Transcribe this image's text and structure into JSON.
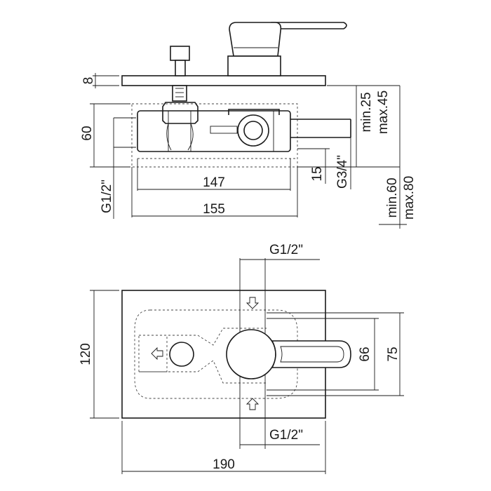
{
  "side_view": {
    "plate_thickness": "8",
    "body_height": "60",
    "inner_width": "147",
    "outer_width": "155",
    "inlet_depth": "15",
    "inlet_thread": "G1/2\"",
    "outlet_thread": "G3/4\"",
    "plate_gap_min": "min.25",
    "plate_gap_max": "max.45",
    "depth_min": "min.60",
    "depth_max": "max.80"
  },
  "front_view": {
    "top_thread": "G1/2\"",
    "bottom_thread": "G1/2\"",
    "plate_height": "120",
    "plate_width": "190",
    "handle_height_inner": "66",
    "handle_height_outer": "75"
  }
}
